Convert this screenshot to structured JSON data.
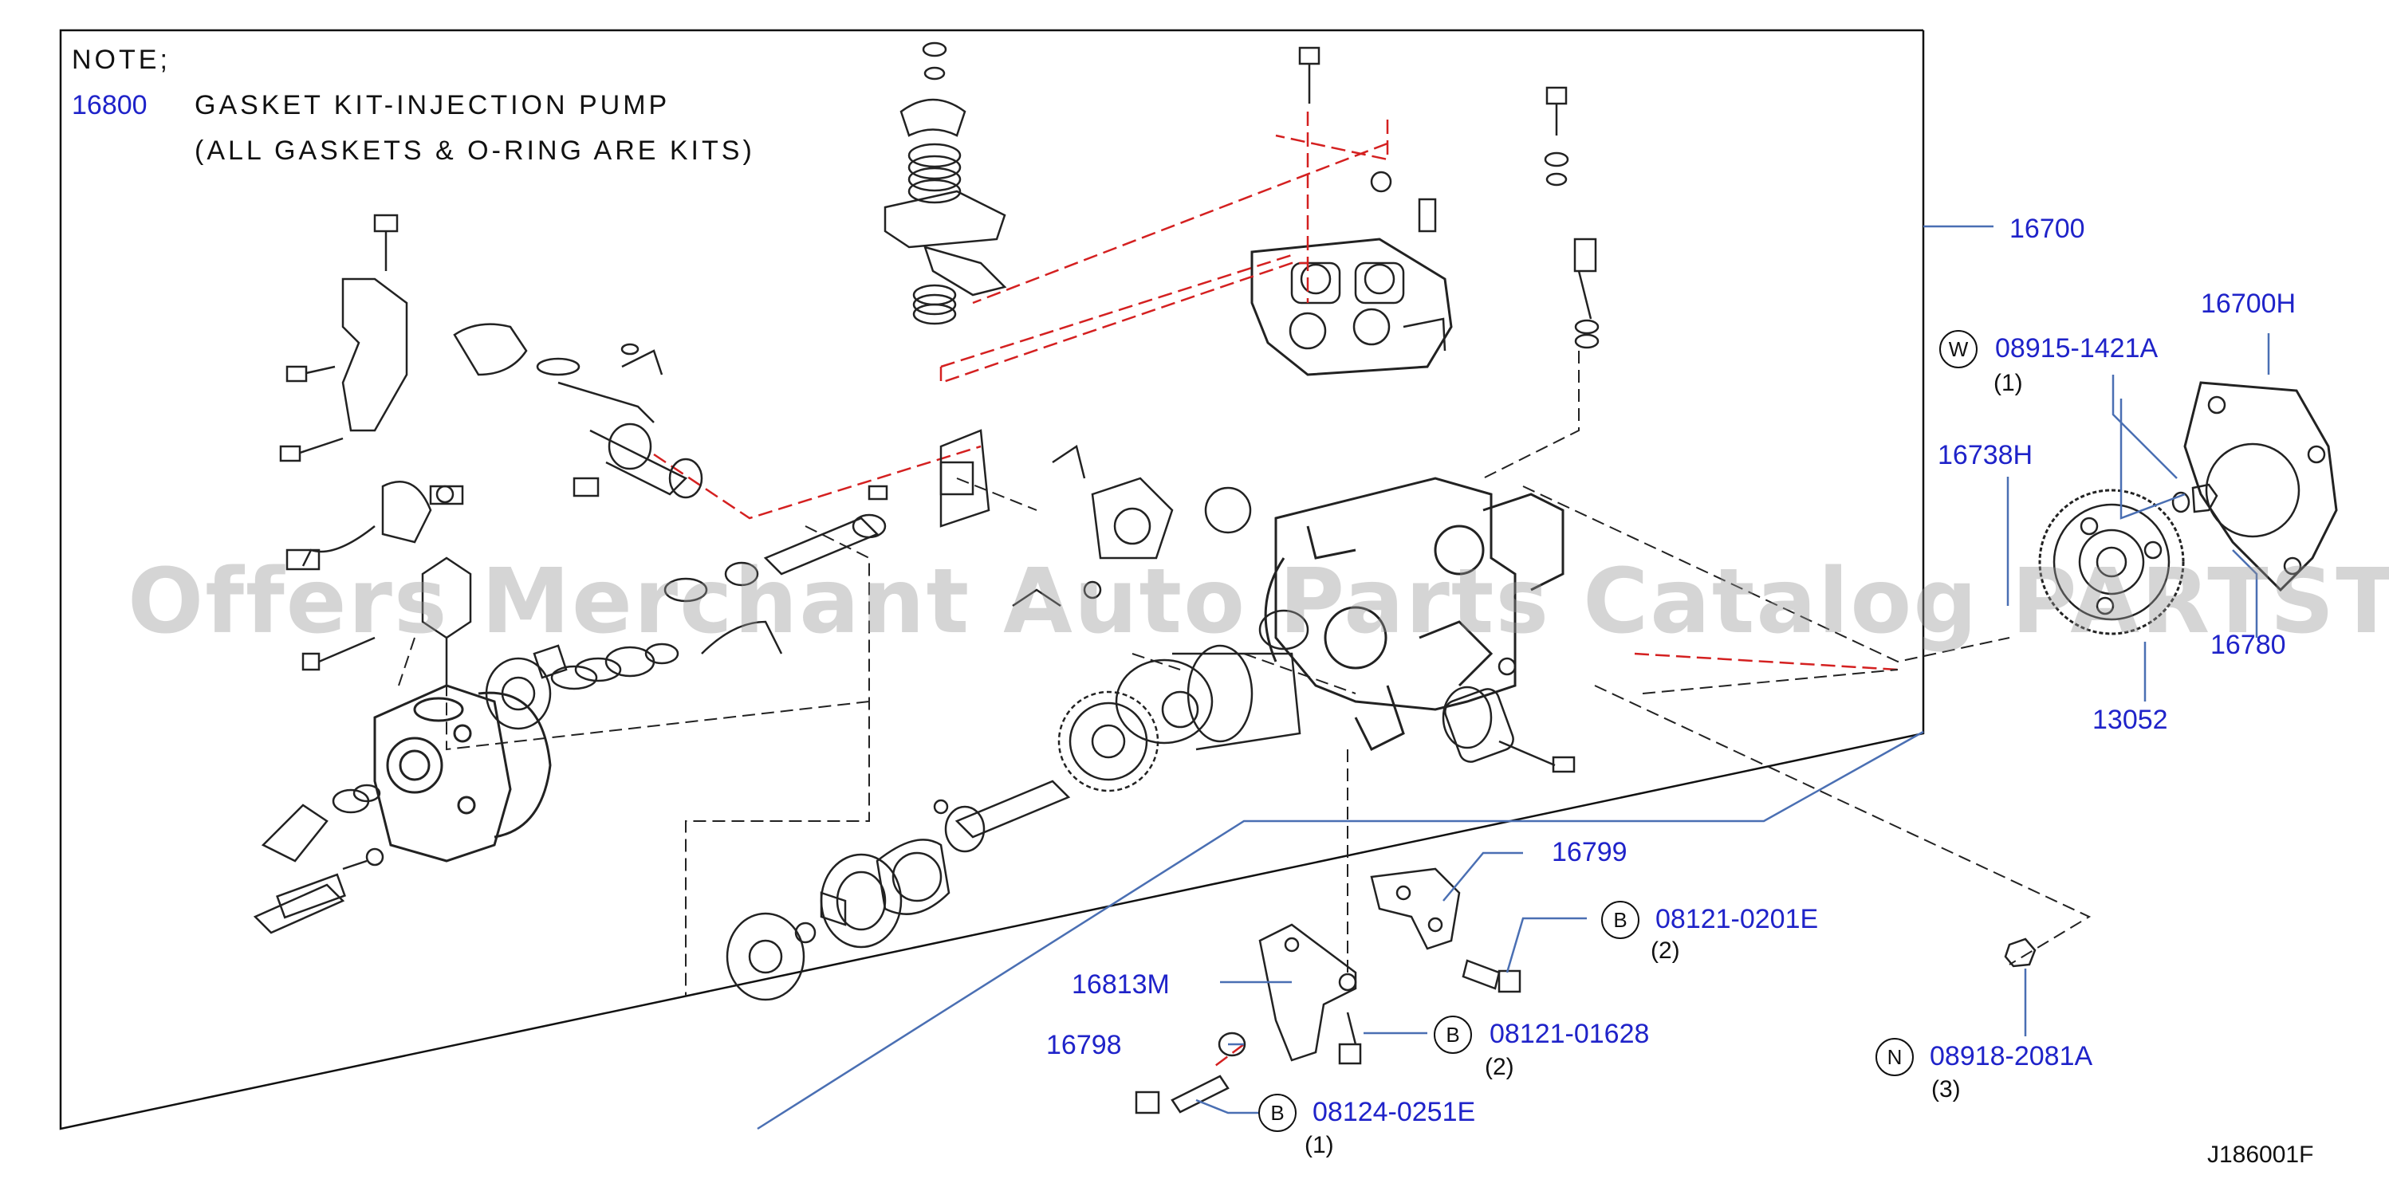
{
  "note": {
    "heading": "NOTE;",
    "part_number": "16800",
    "line1": "GASKET  KIT-INJECTION  PUMP",
    "line2": "(ALL  GASKETS  &  O-RING  ARE  KITS)"
  },
  "callouts": {
    "c16700": "16700",
    "c16700H": "16700H",
    "c16738H": "16738H",
    "c16780": "16780",
    "c13052": "13052",
    "c16799": "16799",
    "c16813M": "16813M",
    "c16798": "16798"
  },
  "fasteners": {
    "w": {
      "symbol": "W",
      "part": "08915-1421A",
      "qty": "(1)"
    },
    "b1": {
      "symbol": "B",
      "part": "08121-0201E",
      "qty": "(2)"
    },
    "b2": {
      "symbol": "B",
      "part": "08121-01628",
      "qty": "(2)"
    },
    "b3": {
      "symbol": "B",
      "part": "08124-0251E",
      "qty": "(1)"
    },
    "n": {
      "symbol": "N",
      "part": "08918-2081A",
      "qty": "(3)"
    }
  },
  "diagram_code": "J186001F",
  "watermark": "Offers Merchant Auto Parts Catalog PARTSTORE.SA",
  "colors": {
    "part_number": "#1f23c9",
    "leader": "#4a6fb3",
    "ink": "#111111",
    "red_dash": "#d42020"
  }
}
